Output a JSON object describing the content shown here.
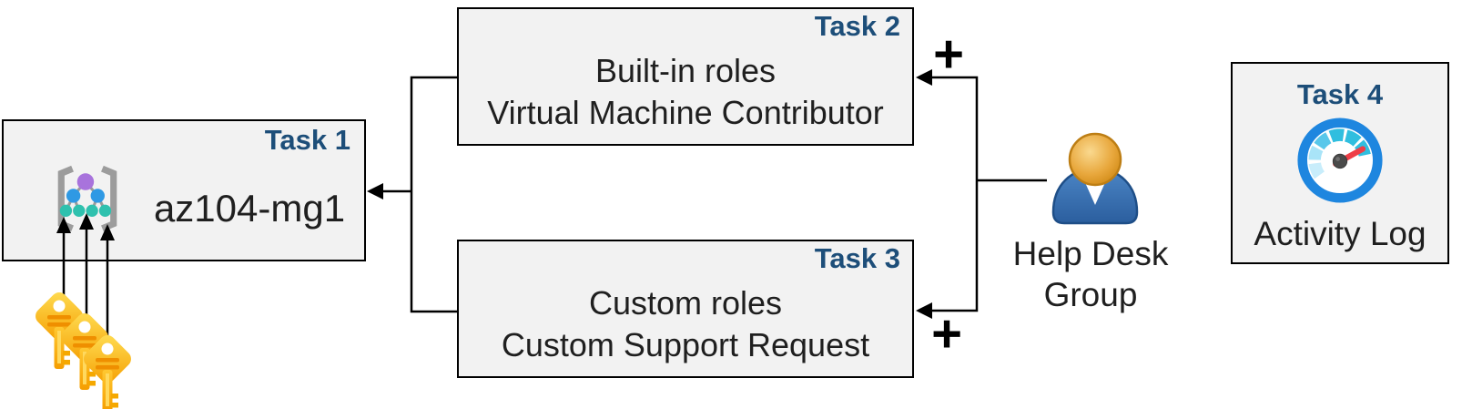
{
  "tasks": {
    "task1": {
      "badge": "Task 1",
      "name": "az104-mg1"
    },
    "task2": {
      "badge": "Task 2",
      "line1": "Built-in roles",
      "line2": "Virtual Machine Contributor"
    },
    "task3": {
      "badge": "Task 3",
      "line1": "Custom roles",
      "line2": "Custom Support Request"
    },
    "task4": {
      "badge": "Task 4",
      "caption": "Activity Log"
    }
  },
  "person": {
    "line1": "Help Desk",
    "line2": "Group"
  },
  "plus": {
    "top": "+",
    "bottom": "+"
  },
  "icons": {
    "task1_icon": "management-group-icon",
    "task1_attachment": "keys-icon",
    "person_icon": "user-icon",
    "task4_icon": "activity-log-gauge-icon"
  },
  "colors": {
    "task_label": "#1D4E79",
    "box_fill": "#F2F2F2",
    "box_border": "#000000",
    "body_text": "#1F1F1F",
    "connector": "#000000",
    "key_gold_light": "#FFDE55",
    "key_gold_dark": "#F59E00",
    "key_stripe": "#EF8F00",
    "person_head": "#E8A73C",
    "person_body": "#3B74B8",
    "gauge_ring": "#1E86DF",
    "gauge_needle": "#EE3E47",
    "gauge_arc_teal": "#30BEDF",
    "gauge_arc_medium": "#58C7EA",
    "gauge_arc_light": "#A9E4F8",
    "mg_purple": "#A873DC",
    "mg_blue": "#2F99E4",
    "mg_teal": "#2FC1AE",
    "mg_bracket": "#9C9C9C"
  }
}
